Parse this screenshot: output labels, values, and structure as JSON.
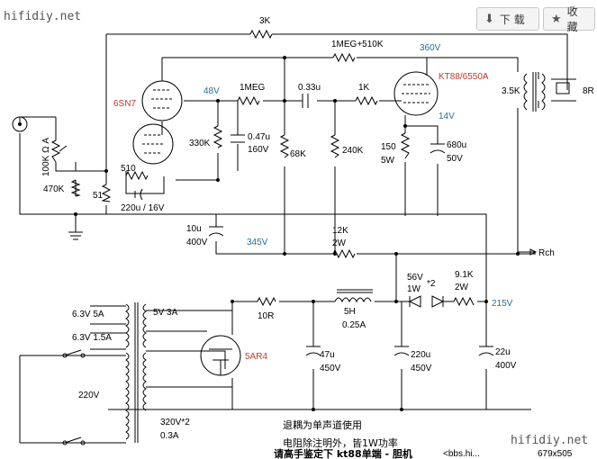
{
  "toolbar": {
    "download": "下 载",
    "collect": "收 藏"
  },
  "watermarks": {
    "top": "hifidiy.net",
    "bottom": "hifidiy.net",
    "link": "<bbs.hi...",
    "size": "679x505"
  },
  "labels": {
    "r3k": "3K",
    "r1meg510k": "1MEG+510K",
    "v360": "360V",
    "kt88": "KT88/6550A",
    "sn7": "6SN7",
    "v48": "48V",
    "r1meg": "1MEG",
    "c033": "0.33u",
    "r1k": "1K",
    "r35k": "3.5K",
    "r8": "8R",
    "c047": "0.47u",
    "c047v": "160V",
    "r330k": "330K",
    "r68k": "68K",
    "r240k": "240K",
    "v14": "14V",
    "r150": "150",
    "r150w": "5W",
    "c680": "680u",
    "c680v": "50V",
    "pot": "100K Ω A",
    "r470k": "470K",
    "r510": "510",
    "r51": "51",
    "c220": "220u / 16V",
    "c10u": "10u",
    "c10v": "400V",
    "v345": "345V",
    "r12k": "12K",
    "r12kw": "2W",
    "rch": "Rch",
    "z56": "56V",
    "z56w": "1W",
    "z2": "*2",
    "r91k": "9.1K",
    "r91kw": "2W",
    "v215": "215V",
    "h63a": "6.3V 5A",
    "h63b": "6.3V 1.5A",
    "v5": "5V 3A",
    "r10": "10R",
    "l5h": "5H",
    "l5ha": "0.25A",
    "ar4": "5AR4",
    "c47": "47u",
    "c47v": "450V",
    "c220b": "220u",
    "c220bv": "450V",
    "c22": "22u",
    "c22v": "400V",
    "v220": "220V",
    "v320": "320V*2",
    "a03": "0.3A",
    "note1": "退耦为单声道使用",
    "note2": "电阻除注明外，皆1W功率",
    "note3": "请高手鉴定下 kt88单端 - 胆机"
  },
  "colors": {
    "blue": "#2a6f9a",
    "red": "#c0392b"
  }
}
